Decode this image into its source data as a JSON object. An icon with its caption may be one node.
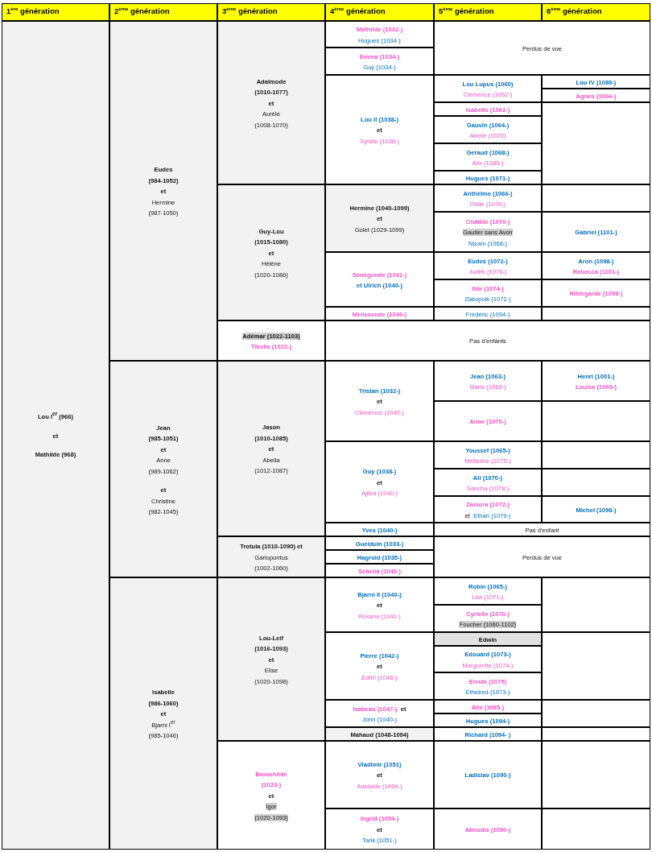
{
  "diagram": {
    "nodes": [
      {
        "text": [
          "1$^{ère}$ génération"
        ]
      },
      {
        "text": [
          "2$^{ème}$ génération"
        ]
      },
      {
        "text": [
          "3$^{ème}$ génération"
        ]
      },
      {
        "text": [
          "4$^{ème}$ génération"
        ]
      },
      {
        "text": [
          "5$^{ème}$ génération"
        ]
      },
      {
        "text": [
          "6$^{ème}$ génération"
        ]
      },
      {
        "text": [
          "Lou I$^{er}$ (966)",
          "et",
          "Mathilde (968)"
        ]
      },
      {
        "text": [
          "Eudes",
          "(984-1052)",
          "et",
          "Hermine",
          "(987-1050)"
        ]
      },
      {
        "text": [
          "Adalmode",
          "(1010-1077)",
          "et",
          "Aurèle",
          "(1008-1070)"
        ]
      },
      {
        "text": [
          "Mathilde (1032-)",
          "Hugues (1034-)"
        ]
      },
      {
        "text": [
          "Perdus de vue"
        ]
      },
      {
        "text": [
          "Emma (1034-)",
          "Guy (1034-)"
        ]
      },
      {
        "text": [
          "Lou II (1038-)",
          "et",
          "Sybille (1038-)"
        ]
      },
      {
        "text": [
          "Lou Lupus (1060)",
          "Clémence (1062-)"
        ]
      },
      {
        "text": [
          "Lou IV (1089-)"
        ]
      },
      {
        "text": [
          "Agnès (1094-)"
        ]
      },
      {
        "text": [
          "Isabelle (1062-)"
        ]
      },
      {
        "text": [],
        "shape": "box"
      },
      {
        "text": [
          "Gauvin (1064-)",
          "Arielle (1075)"
        ]
      },
      {
        "text": [
          "Geraud (1068-)",
          "Alix (1080-)"
        ]
      },
      {
        "text": [
          "Hugues (1071-)"
        ]
      },
      {
        "text": [
          "Guy-Lou",
          "(1015-1080)",
          "et",
          "Hélène",
          "(1020-1086)"
        ]
      },
      {
        "text": [
          "Hermine (1040-1099)",
          "et",
          "Golet (1029-1099)"
        ]
      },
      {
        "text": [
          "Anthèlme (1066-)",
          "Odile (1070-)"
        ]
      },
      {
        "text": [],
        "shape": "box"
      },
      {
        "text": [
          "Clotilde (1070-)",
          "Gautier sans Avoir",
          "Nizam (1068-)"
        ]
      },
      {
        "text": [
          "Gabriel (1101-)"
        ]
      },
      {
        "text": [
          "Sénégonde (1041-)",
          "et Ulrich (1040-)"
        ]
      },
      {
        "text": [
          "Eudes (1072-)",
          "Judith (1076-)"
        ]
      },
      {
        "text": [
          "Aron (1098-)",
          "Rebecca (1101-)"
        ]
      },
      {
        "text": [
          "Ilde (1074-)",
          "Zlatopolk (1072-)"
        ]
      },
      {
        "text": [
          "Hildegarde (1098-)"
        ]
      },
      {
        "text": [
          "Melissende (1046-)"
        ]
      },
      {
        "text": [
          "Frédéric (1094-)"
        ]
      },
      {
        "text": [],
        "shape": "box"
      },
      {
        "text": [
          "Adémar (1022-1103)",
          "Tibelle (1022-)"
        ]
      },
      {
        "text": [
          "Pas d'enfants"
        ]
      },
      {
        "text": [
          "Jean",
          "(985-1051)",
          "et",
          "Anne",
          "(989-1062)",
          "et",
          "Christine",
          "(982-1045)"
        ]
      },
      {
        "text": [
          "Jason",
          "(1010-1085)",
          "et",
          "Abella",
          "(1012-1087)"
        ]
      },
      {
        "text": [
          "Tristan (1032-)",
          "et",
          "Clémence (1040-)"
        ]
      },
      {
        "text": [
          "Jean (1063-)",
          "Marie (1068-)"
        ]
      },
      {
        "text": [
          "Henri (1001-)",
          "Louise (1003-)"
        ]
      },
      {
        "text": [
          "Anne (1070-)"
        ]
      },
      {
        "text": [],
        "shape": "box"
      },
      {
        "text": [
          "Guy (1038-)",
          "et",
          "Ajiiba (1040-)"
        ]
      },
      {
        "text": [
          "Youssef (1065-)",
          "Metteline (1075-)"
        ]
      },
      {
        "text": [],
        "shape": "box"
      },
      {
        "text": [
          "Ali (1070-)",
          "Sancha (1078-)"
        ]
      },
      {
        "text": [],
        "shape": "box"
      },
      {
        "text": [
          "Zamora (1072-)",
          "et",
          "Ethan (1079-)"
        ]
      },
      {
        "text": [
          "Michel (1098-)"
        ]
      },
      {
        "text": [
          "Yves (1040-)"
        ]
      },
      {
        "text": [
          "Pas d'enfant"
        ]
      },
      {
        "text": [
          "Trotula (1010-1090) et",
          "Gariopontus",
          "(1002-1060)"
        ]
      },
      {
        "text": [
          "Gueiduin (1033-)"
        ]
      },
      {
        "text": [
          "Perdus de vue"
        ]
      },
      {
        "text": [
          "Hagrold (1035-)"
        ]
      },
      {
        "text": [
          "Sebelia (1040-)"
        ]
      },
      {
        "text": [
          "Isabelle",
          "(986-1060)",
          "et",
          "Bjarni I$^{er}$",
          "(985-1046)"
        ]
      },
      {
        "text": [
          "Lou-Leif",
          "(1016-1093)",
          "et",
          "Elise",
          "(1020-1098)"
        ]
      },
      {
        "text": [
          "Bjarni II (1040-)",
          "et",
          "Roxana (1040-)"
        ]
      },
      {
        "text": [
          "Robin (1065-)",
          "Léa (1071-)"
        ]
      },
      {
        "text": [],
        "shape": "box"
      },
      {
        "text": [
          "Cyrielle (1070-)",
          "Foucher (1060-1102)"
        ]
      },
      {
        "text": [
          "Pierre (1042-)",
          "et",
          "Edith (1046-)"
        ]
      },
      {
        "text": [
          "Edwin"
        ]
      },
      {
        "text": [],
        "shape": "box"
      },
      {
        "text": [
          "Edouard (1073-)",
          "Marguerite (1074-)"
        ]
      },
      {
        "text": [
          "Elvide (1075)",
          "Ethelred (1073-)"
        ]
      },
      {
        "text": [
          "Isabeau (1047-)",
          "et",
          "John (1040-)"
        ]
      },
      {
        "text": [
          "Alix (1085-)"
        ]
      },
      {
        "text": [],
        "shape": "box"
      },
      {
        "text": [
          "Hugues (1094-)"
        ]
      },
      {
        "text": [
          "Mahaud (1048-1094)"
        ]
      },
      {
        "text": [
          "Richard (1094- )"
        ]
      },
      {
        "text": [],
        "shape": "box"
      },
      {
        "text": [
          "Brunehilde",
          "(1023-)",
          "et",
          "Igor",
          "(1020-1093)"
        ]
      },
      {
        "text": [
          "Vladimir (1051)",
          "et",
          "Adelaide (1054-)"
        ]
      },
      {
        "text": [
          "Ladislav (1090-)"
        ]
      },
      {
        "text": [],
        "shape": "box"
      },
      {
        "text": [
          "Ingrid (1054-)",
          "et",
          "Tarik (1051-)"
        ]
      },
      {
        "text": [
          "Almodis (1090-)"
        ]
      },
      {
        "text": [],
        "shape": "box"
      }
    ]
  }
}
